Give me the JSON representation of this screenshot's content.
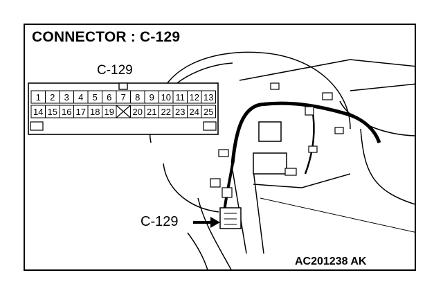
{
  "title": "CONNECTOR : C-129",
  "connector": {
    "label": "C-129",
    "row1": [
      "1",
      "2",
      "3",
      "4",
      "5",
      "6",
      "7",
      "8",
      "9",
      "10",
      "11",
      "12",
      "13"
    ],
    "row2": [
      "14",
      "15",
      "16",
      "17",
      "18",
      "19",
      "",
      "20",
      "21",
      "22",
      "23",
      "24",
      "25"
    ],
    "unused_pin_index_row2": 6
  },
  "callout_label": "C-129",
  "figure_code": "AC201238  AK"
}
